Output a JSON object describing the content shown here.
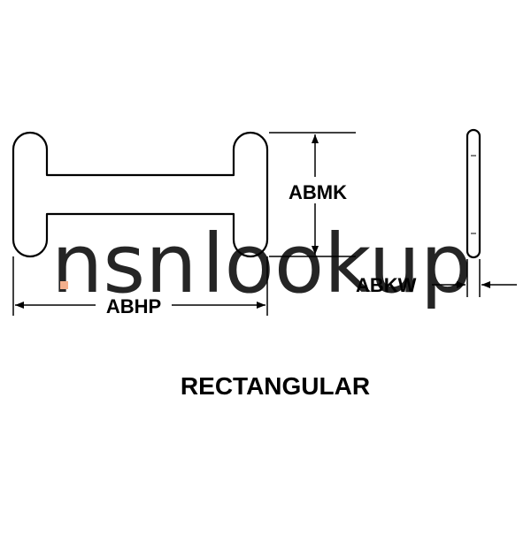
{
  "diagram": {
    "title": "RECTANGULAR",
    "labels": {
      "width": "ABHP",
      "height": "ABMK",
      "thickness": "ABKW"
    },
    "watermark": {
      "part1": "nsn",
      "part2": "lookup",
      "color": "#a9bbd3",
      "dot_color": "#f2a27a"
    },
    "line_color": "#000000"
  }
}
